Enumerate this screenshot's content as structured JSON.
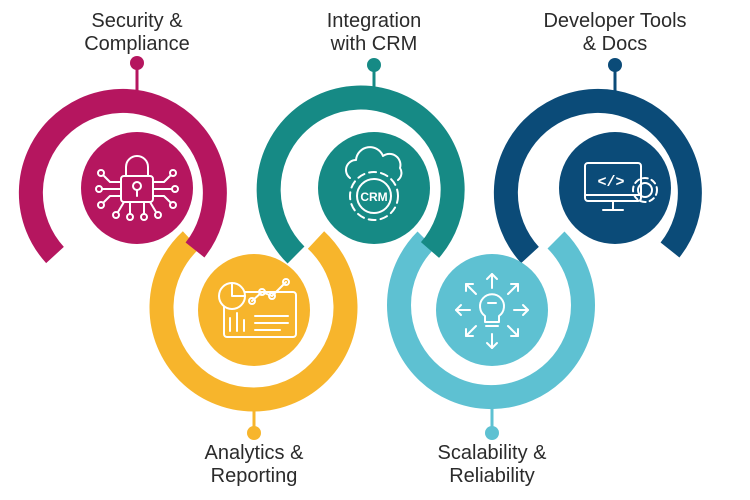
{
  "colors": {
    "magenta": "#B5165F",
    "teal": "#168A85",
    "navy": "#0B4B78",
    "yellow": "#F7B52C",
    "lightblue": "#5EC1D2",
    "icon_stroke": "#ffffff"
  },
  "items": [
    {
      "line1": "Security &",
      "line2": "Compliance",
      "color": "#B5165F",
      "icon": "lock-network-icon"
    },
    {
      "line1": "Integration",
      "line2": "with CRM",
      "color": "#168A85",
      "icon": "crm-cloud-gear-icon",
      "icon_text": "CRM"
    },
    {
      "line1": "Developer Tools",
      "line2": "& Docs",
      "color": "#0B4B78",
      "icon": "code-monitor-gear-icon",
      "icon_text": "</>"
    },
    {
      "line1": "Analytics &",
      "line2": "Reporting",
      "color": "#F7B52C",
      "icon": "analytics-dashboard-icon"
    },
    {
      "line1": "Scalability &",
      "line2": "Reliability",
      "color": "#5EC1D2",
      "icon": "lightbulb-arrows-icon"
    }
  ]
}
